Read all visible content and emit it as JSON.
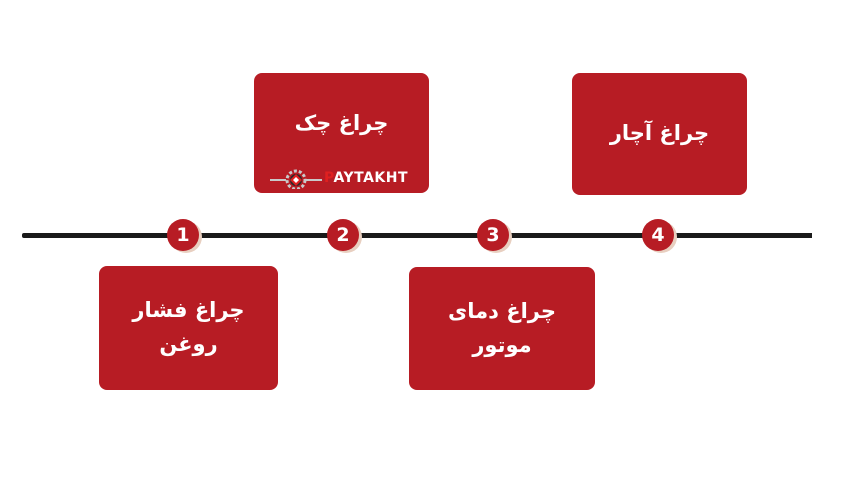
{
  "nodes": [
    "1",
    "2",
    "3",
    "4"
  ],
  "cards": {
    "oil_pressure": {
      "line1": "چراغ فشار",
      "line2": "روغن"
    },
    "check": {
      "line1": "چراغ چک"
    },
    "engine_temp": {
      "line1": "چراغ دمای",
      "line2": "موتور"
    },
    "handbrake": {
      "line1": "چراغ آچار"
    }
  },
  "logo": {
    "first_letter": "P",
    "rest": "AYTAKHT"
  },
  "colors": {
    "card": "#b71c24",
    "line": "#1a1a1a",
    "background": "#ffffff"
  }
}
